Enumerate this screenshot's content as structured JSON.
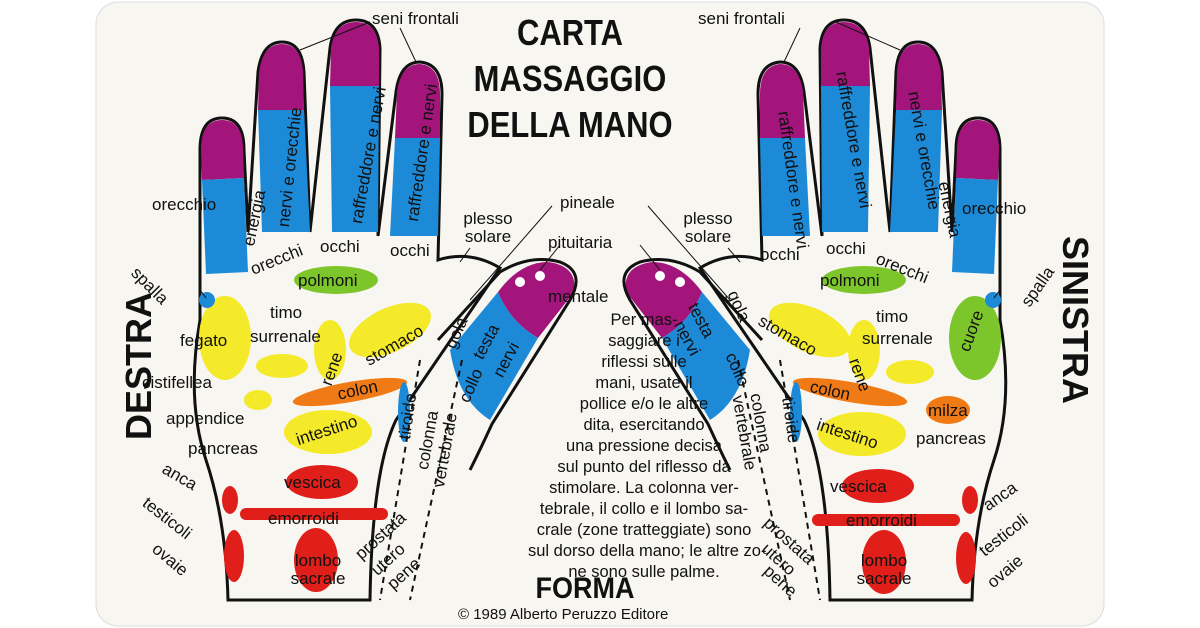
{
  "title": {
    "line1": "CARTA",
    "line2": "MASSAGGIO",
    "line3": "DELLA MANO"
  },
  "side_left": "DESTRA",
  "side_right": "SINISTRA",
  "description_lines": [
    "Per mas-",
    "saggiare i",
    "riflessi sulle",
    "mani, usate il",
    "pollice e/o le altre",
    "dita, esercitando",
    "una pressione decisa",
    "sul punto del riflesso da",
    "stimolare. La colonna ver-",
    "tebrale, il collo e il lombo sa-",
    "crale (zone tratteggiate) sono",
    "sul dorso della mano; le altre zo-",
    "ne sono sulle palme."
  ],
  "brand": "FORMA",
  "copyright": "© 1989 Alberto Peruzzo Editore",
  "labels": {
    "seni_frontali": "seni frontali",
    "orecchio": "orecchio",
    "energia": "energia",
    "nervi_orecchie": "nervi e orecchie",
    "raffreddore_nervi": "raffreddore e nervi",
    "orecchi": "orecchi",
    "occhi": "occhi",
    "plesso": "plesso",
    "solare": "solare",
    "pineale": "pineale",
    "pituitaria": "pituitaria",
    "mentale": "mentale",
    "spalla": "spalla",
    "polmoni": "polmoni",
    "timo": "timo",
    "surrenale": "surrenale",
    "rene": "rene",
    "stomaco": "stomaco",
    "fegato": "fegato",
    "cistifellea": "cistifellea",
    "colon": "colon",
    "appendice": "appendice",
    "intestino": "intestino",
    "pancreas": "pancreas",
    "tiroide": "tiroide",
    "colonna": "colonna",
    "vertebrale": "vertebrale",
    "gola": "gola",
    "testa": "testa",
    "nervi": "nervi",
    "collo": "collo",
    "vescica": "vescica",
    "emorroidi": "emorroidi",
    "anca": "anca",
    "testicoli": "testicoli",
    "ovaie": "ovaie",
    "lombo": "lombo",
    "sacrale": "sacrale",
    "prostata": "prostata",
    "utero": "utero",
    "pene": "pene",
    "cuore": "cuore",
    "milza": "milza"
  },
  "colors": {
    "magenta": "#a3157a",
    "blue": "#1d8ad8",
    "yellow": "#f5ea2a",
    "green": "#7cc62c",
    "orange": "#f07a16",
    "red": "#e01f1a",
    "outline": "#111111",
    "card": "#f8f6f1"
  }
}
